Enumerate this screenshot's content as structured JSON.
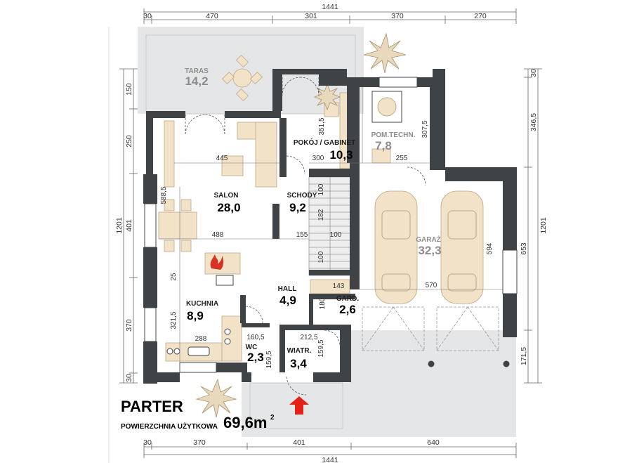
{
  "title": "PARTER",
  "subtitle": "POWIERZCHNIA UŻYTKOWA",
  "total_area": "69,6m",
  "total_area_sup": "2",
  "dims": {
    "top_total": "1441",
    "top": [
      "30",
      "470",
      "301",
      "370",
      "270"
    ],
    "bottom_total": "1441",
    "bottom": [
      "30",
      "370",
      "401",
      "640"
    ],
    "left": [
      "150",
      "250",
      "401",
      "370",
      "30"
    ],
    "left_total": "1201",
    "right": [
      "30",
      "346,5",
      "653",
      "171,5"
    ],
    "right_total": "1201"
  },
  "rooms": [
    {
      "name": "TARAS",
      "area": "14,2"
    },
    {
      "name": "POKÓJ / GABINET",
      "area": "10,3"
    },
    {
      "name": "POM.TECHN.",
      "area": "7,8"
    },
    {
      "name": "SALON",
      "area": "28,0"
    },
    {
      "name": "SCHODY",
      "area": "9,2"
    },
    {
      "name": "GARAŻ",
      "area": "32,3"
    },
    {
      "name": "HALL",
      "area": "4,9"
    },
    {
      "name": "KUCHNIA",
      "area": "8,9"
    },
    {
      "name": "GARD.",
      "area": "2,6"
    },
    {
      "name": "WC",
      "area": "2,3"
    },
    {
      "name": "WIATR.",
      "area": "3,4"
    }
  ],
  "inner_dims": [
    "445",
    "300",
    "351,5",
    "255",
    "307,5",
    "588,5",
    "488",
    "155",
    "100",
    "182",
    "100",
    "100",
    "594",
    "570",
    "143",
    "180",
    "25",
    "321,5",
    "288",
    "160,5",
    "212,5",
    "159,5",
    "159,5"
  ],
  "colors": {
    "wall": "#3f4346",
    "furniture": "#f2e2c8",
    "stair": "#eeeeee",
    "terrace": "#e5e6e7",
    "arrow": "#e32119"
  }
}
